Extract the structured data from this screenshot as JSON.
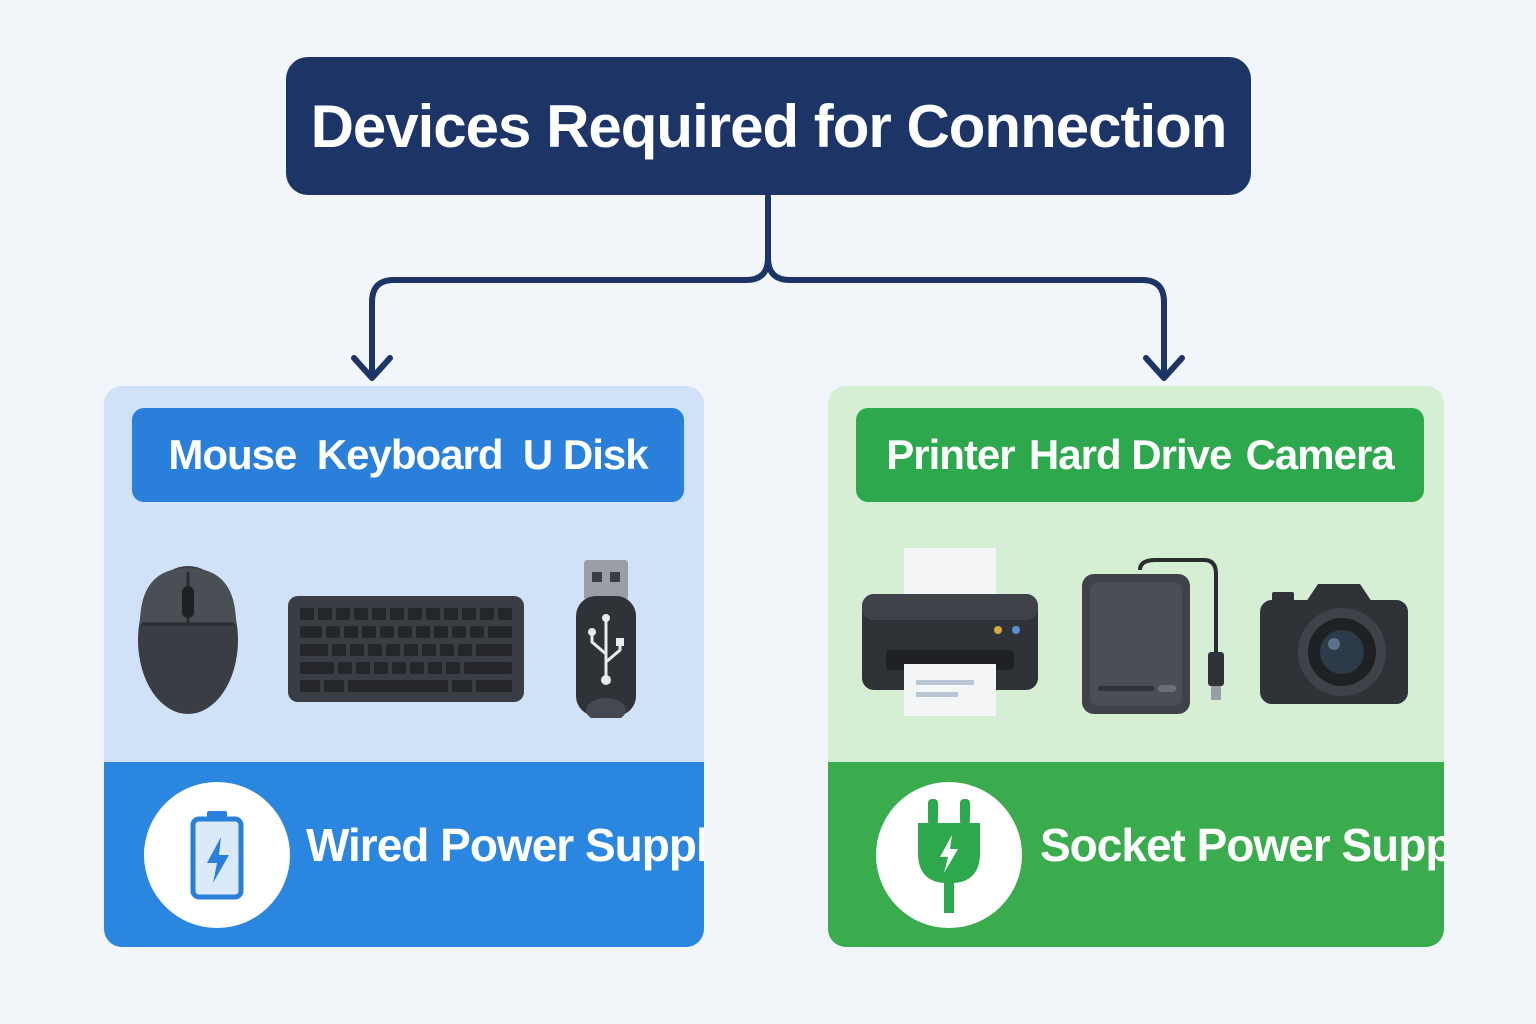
{
  "title": "Devices Required for Connection",
  "colors": {
    "title_bg": "#1c3566",
    "left_top": "#cfe2f7",
    "left_bar": "#2a7fdb",
    "left_bottom": "#2a86df",
    "right_top": "#d4efd4",
    "right_bar": "#2ea84c",
    "right_bottom": "#3aac4e",
    "device_dark": "#3a3d43"
  },
  "left": {
    "devices": [
      "Mouse",
      "Keyboard",
      "U Disk"
    ],
    "icons": [
      "mouse-icon",
      "keyboard-icon",
      "usb-drive-icon"
    ],
    "power_icon": "battery-icon",
    "power_label": "Wired Power Supply"
  },
  "right": {
    "devices": [
      "Printer",
      "Hard Drive",
      "Camera"
    ],
    "icons": [
      "printer-icon",
      "hard-drive-icon",
      "camera-icon"
    ],
    "power_icon": "plug-icon",
    "power_label": "Socket Power Supply"
  }
}
